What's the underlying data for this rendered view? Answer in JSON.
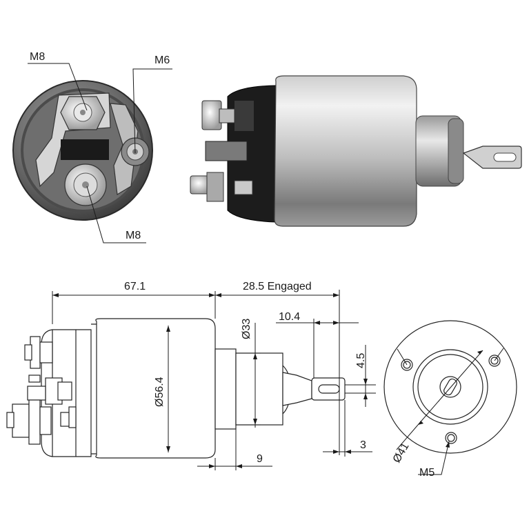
{
  "photo_labels": {
    "terminal_top": "M8",
    "terminal_small": "M6",
    "terminal_bottom": "M8"
  },
  "dimensions": {
    "length": "67.1",
    "stroke": "28.5 Engaged",
    "plunger_dia": "Ø33",
    "eyelet_length": "10.4",
    "body_dia": "Ø56.4",
    "slot_width": "4.5",
    "eyelet_thickness": "3",
    "step": "9",
    "bolt_circle": "Ø41",
    "mount_thread": "M5"
  },
  "colors": {
    "line": "#1a1a1a",
    "metal_light": "#e6e6e6",
    "metal_dark": "#5a5a5a",
    "bakelite": "#1c1c1c"
  }
}
